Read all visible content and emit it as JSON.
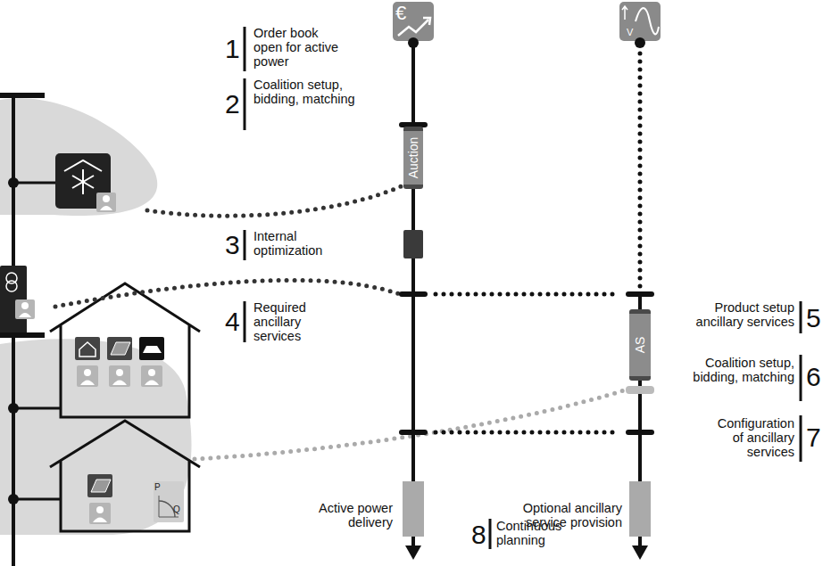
{
  "diagram": {
    "nodes": [
      {
        "text": [
          "Auction"
        ]
      },
      {
        "text": [
          "AS"
        ]
      }
    ],
    "labels": [
      "1",
      "Order book open for active power",
      "2",
      "Coalition setup, bidding, matching",
      "3",
      "Internal optimization",
      "4",
      "Required ancillary services",
      "5",
      "Product setup ancillary services",
      "6",
      "Coalition setup, bidding, matching",
      "7",
      "Configuration of ancillary services",
      "8",
      "Continuous planning",
      "Active power delivery",
      "Optional ancillary service provision",
      "€",
      "V",
      "P",
      "Q"
    ]
  }
}
